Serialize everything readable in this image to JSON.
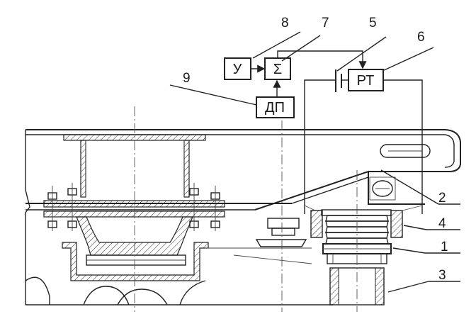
{
  "blocks": {
    "amplifier": "У",
    "summator": "Σ",
    "sensor": "ДП",
    "regulator": "РТ"
  },
  "callouts": [
    "1",
    "2",
    "3",
    "4",
    "5",
    "6",
    "7",
    "8",
    "9"
  ]
}
